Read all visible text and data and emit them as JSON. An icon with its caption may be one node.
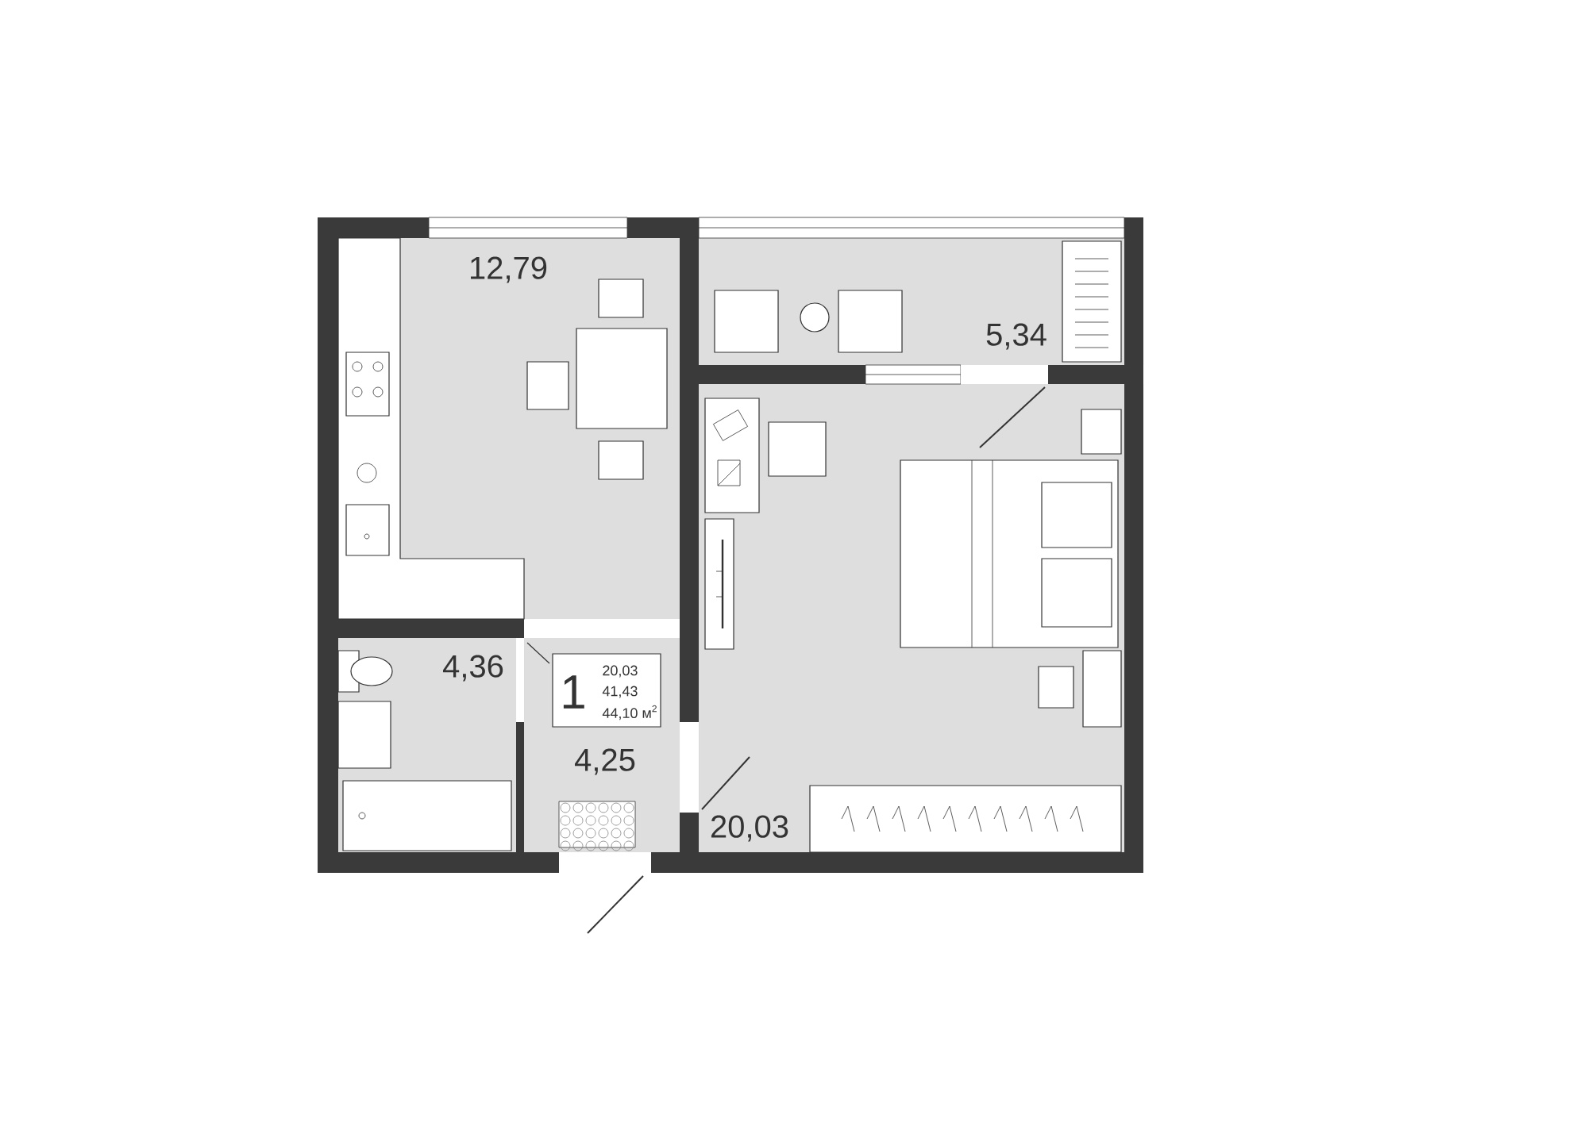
{
  "diagram": {
    "nodes": [
      {
        "text": [
          "12,79"
        ]
      },
      {
        "text": [
          "5,34"
        ]
      },
      {
        "text": [
          "20,03"
        ]
      },
      {
        "text": [
          "4,36"
        ]
      },
      {
        "text": [
          "4,25"
        ]
      },
      {
        "text": [
          "1",
          "20,03",
          "41,43",
          "44,10 м$^{2}$"
        ],
        "in": 4
      }
    ]
  }
}
